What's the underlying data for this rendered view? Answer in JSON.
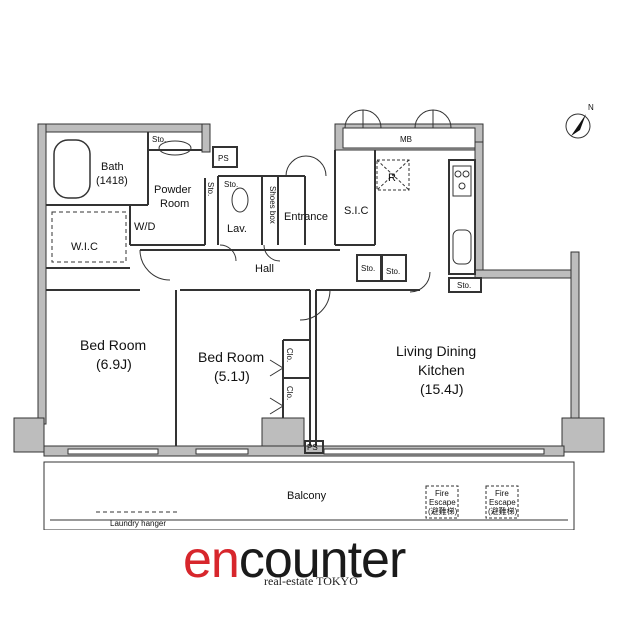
{
  "rooms": {
    "bath_name": "Bath",
    "bath_size": "(1418)",
    "powder_1": "Powder",
    "powder_2": "Room",
    "wd": "W/D",
    "wic": "W.I.C",
    "lav": "Lav.",
    "shoes_box": "Shoes box",
    "entrance": "Entrance",
    "sic": "S.I.C",
    "hall": "Hall",
    "bed1_name": "Bed Room",
    "bed1_size": "(6.9J)",
    "bed2_name": "Bed Room",
    "bed2_size": "(5.1J)",
    "ldk_1": "Living Dining",
    "ldk_2": "Kitchen",
    "ldk_size": "(15.4J)",
    "balcony": "Balcony",
    "mb": "MB",
    "r": "R",
    "ps": "PS",
    "sto": "Sto.",
    "clo": "Clo.",
    "laundry": "Laundry hanger",
    "fire1_1": "Fire",
    "fire1_2": "Escape",
    "fire1_3": "(避難梯)",
    "fire2_1": "Fire",
    "fire2_2": "Escape",
    "fire2_3": "(避難梯)"
  },
  "brand": {
    "logo_en": "en",
    "logo_counter": "counter",
    "tagline": "real-estate TOKYO",
    "accent_color": "#d7262c"
  },
  "icons": {
    "compass": "north-arrow-icon"
  }
}
